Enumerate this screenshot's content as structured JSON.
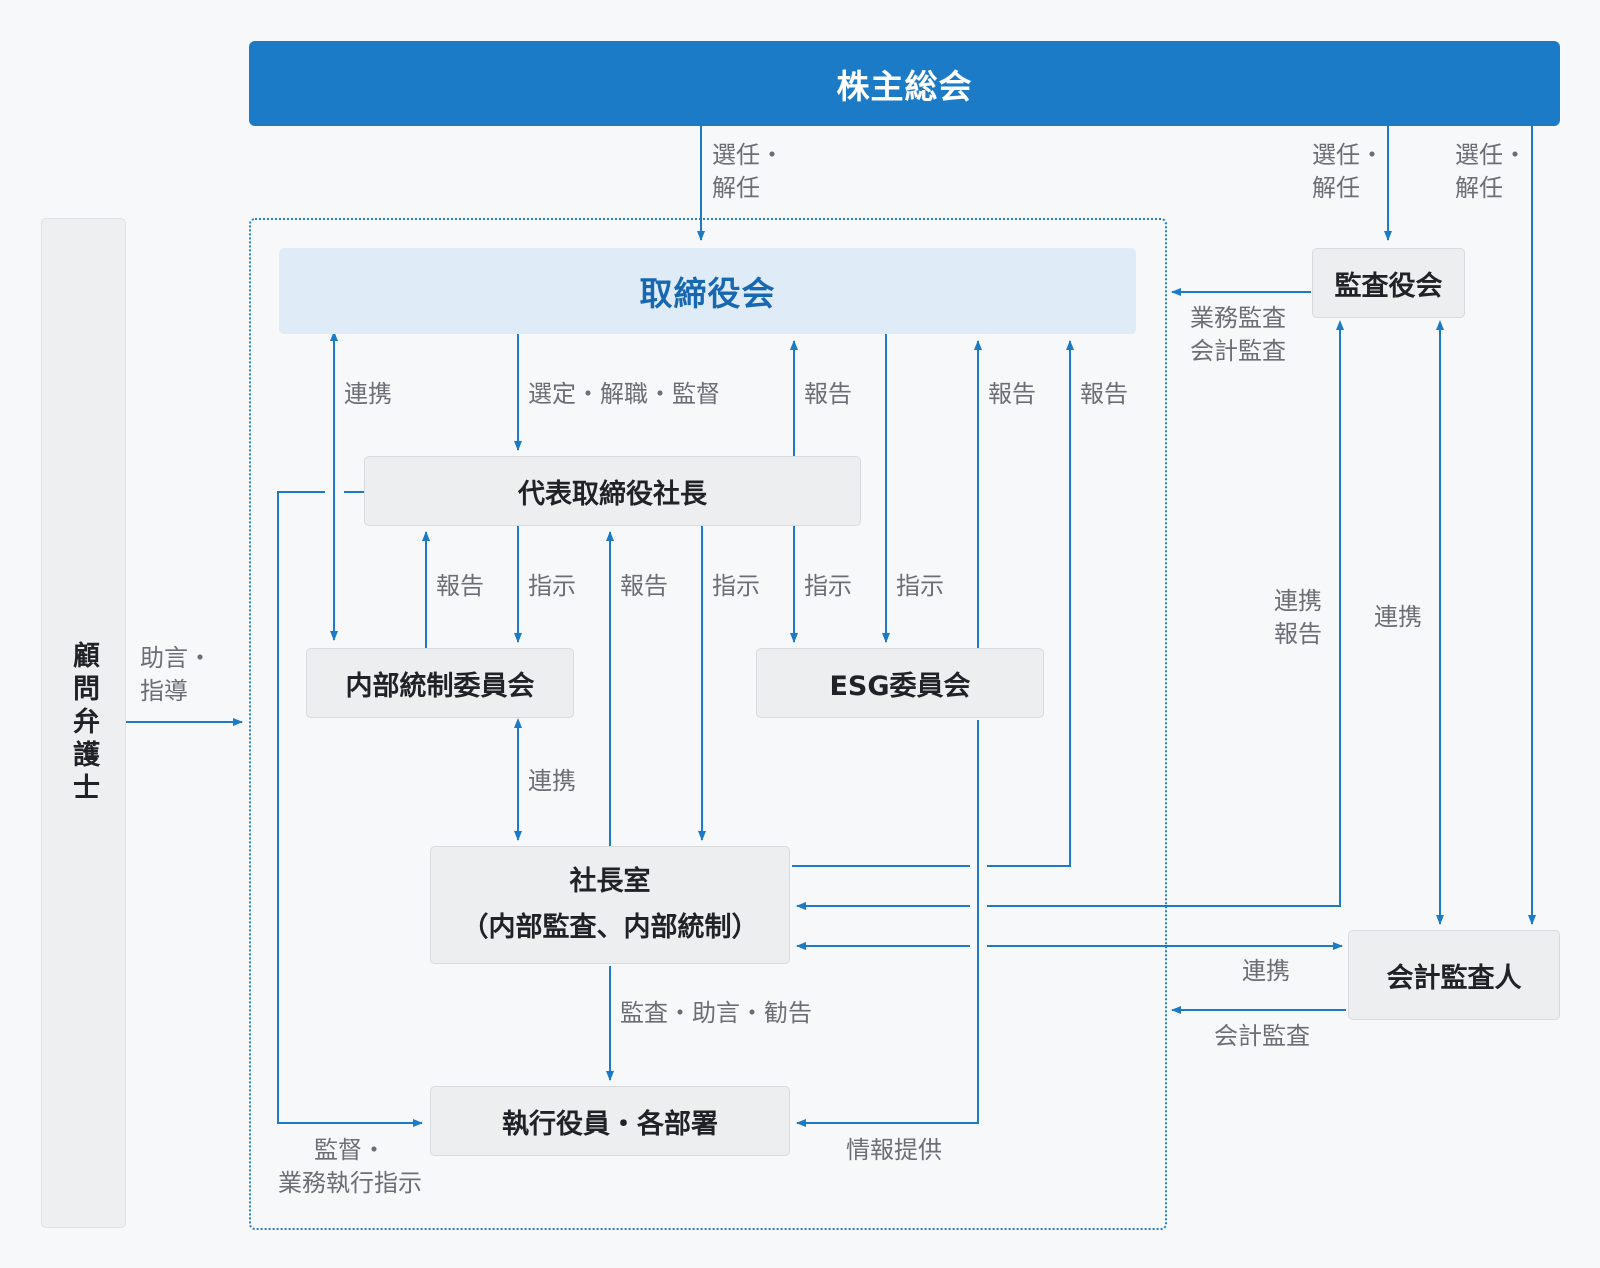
{
  "nodes": {
    "shareholders": "株主総会",
    "board": "取締役会",
    "auditors": "監査役会",
    "advisor": "顧問弁護士",
    "president": "代表取締役社長",
    "internal_control": "内部統制委員会",
    "esg": "ESG委員会",
    "president_office_line1": "社長室",
    "president_office_line2": "（内部監査、内部統制）",
    "executives": "執行役員・各部署",
    "accounting_auditor": "会計監査人"
  },
  "labels": {
    "elect_board": "選任・\n解任",
    "elect_auditors": "選任・\n解任",
    "elect_accounting": "選任・\n解任",
    "business_audit": "業務監査\n会計監査",
    "coop_board_ic": "連携",
    "select_supervise": "選定・解職・監督",
    "report_president": "報告",
    "report_esg": "報告",
    "report_office": "報告",
    "ic_report": "報告",
    "ic_instruct": "指示",
    "office_report": "報告",
    "office_instruct": "指示",
    "esg_instruct_president": "指示",
    "esg_instruct_board": "指示",
    "coop_report_auditors": "連携\n報告",
    "coop_auditors_accounting": "連携",
    "advisor_advice": "助言・\n指導",
    "coop_ic_office": "連携",
    "audit_advice": "監査・助言・勧告",
    "supervise_exec": "監督・\n業務執行指示",
    "info_provide": "情報提供",
    "coop_accounting": "連携",
    "accounting_audit": "会計監査"
  },
  "colors": {
    "primary": "#1c7bc7",
    "board_bg": "#dfecf7",
    "box_bg": "#edeef0",
    "label_text": "#6b6f75"
  }
}
